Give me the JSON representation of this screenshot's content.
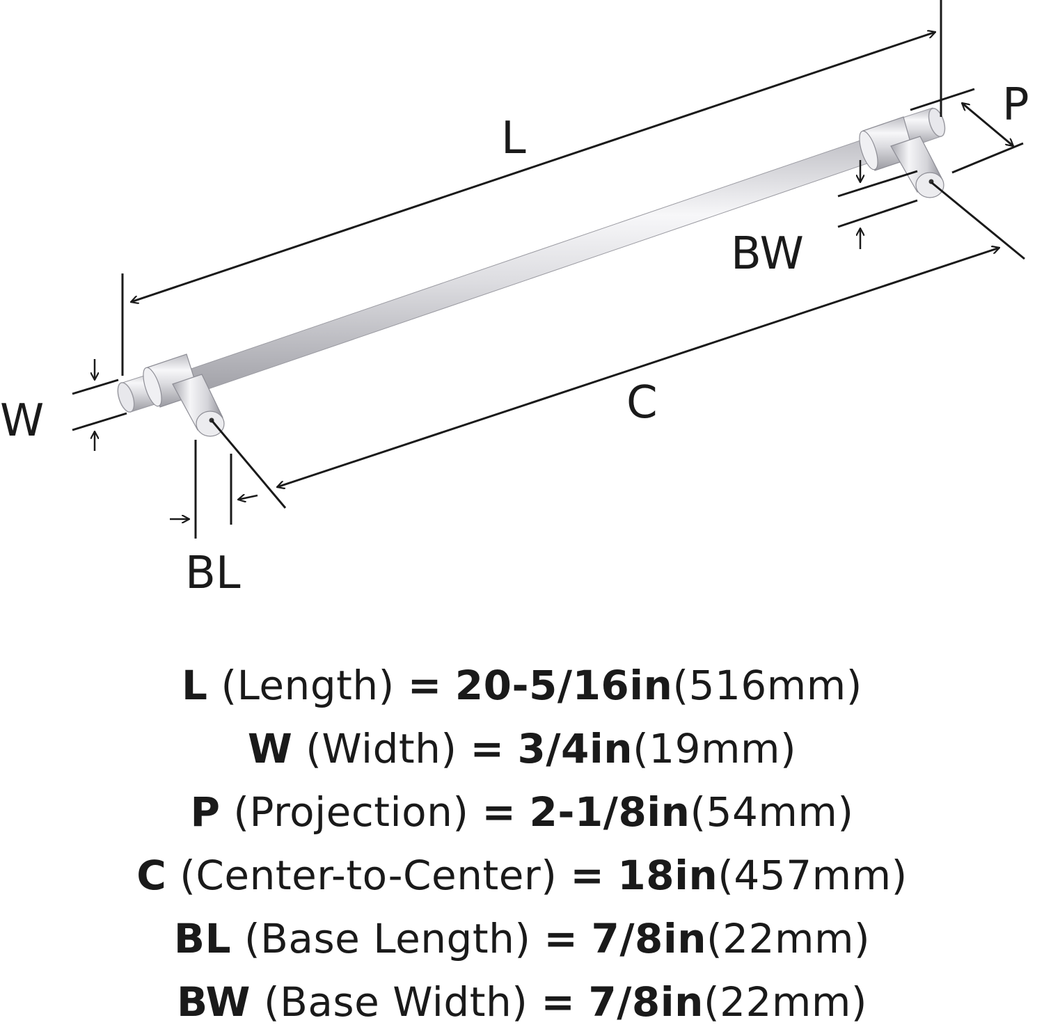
{
  "diagram": {
    "labels": {
      "L": "L",
      "P": "P",
      "BW": "BW",
      "W": "W",
      "C": "C",
      "BL": "BL"
    },
    "colors": {
      "metal_light": "#f4f4f6",
      "metal_mid": "#cfcfd4",
      "metal_dark": "#8d8d95",
      "line": "#1a1a1a"
    }
  },
  "specs": [
    {
      "abbr": "L",
      "name": "(Length)",
      "eq": "=",
      "imperial": "20-5/16in",
      "metric": "(516mm)"
    },
    {
      "abbr": "W",
      "name": "(Width)",
      "eq": "=",
      "imperial": "3/4in",
      "metric": "(19mm)"
    },
    {
      "abbr": "P",
      "name": "(Projection)",
      "eq": "=",
      "imperial": "2-1/8in",
      "metric": "(54mm)"
    },
    {
      "abbr": "C",
      "name": "(Center-to-Center)",
      "eq": "=",
      "imperial": "18in",
      "metric": "(457mm)"
    },
    {
      "abbr": "BL",
      "name": "(Base Length)",
      "eq": "=",
      "imperial": "7/8in",
      "metric": "(22mm)"
    },
    {
      "abbr": "BW",
      "name": "(Base Width)",
      "eq": "=",
      "imperial": "7/8in",
      "metric": "(22mm)"
    }
  ]
}
